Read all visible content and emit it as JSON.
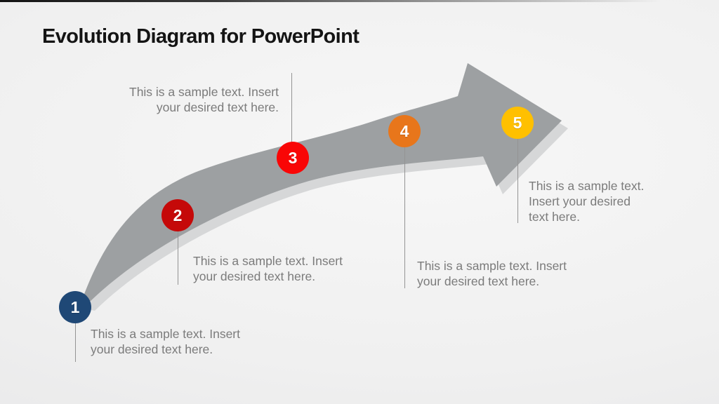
{
  "slide": {
    "title": "Evolution Diagram for PowerPoint"
  },
  "arrow": {
    "body_color": "#9da0a2",
    "shadow_color": "#d6d7d8"
  },
  "caption_text_color": "#7b7b7b",
  "milestones": [
    {
      "number": "1",
      "color": "#1F4876",
      "lines": [
        "This is a sample text. Insert",
        "your desired text here."
      ]
    },
    {
      "number": "2",
      "color": "#C50909",
      "lines": [
        "This is a sample text. Insert",
        "your desired text here."
      ]
    },
    {
      "number": "3",
      "color": "#F90606",
      "lines": [
        "This is a sample text. Insert",
        "your desired text here."
      ]
    },
    {
      "number": "4",
      "color": "#E8761B",
      "lines": [
        "This is a sample text. Insert",
        "your desired text here."
      ]
    },
    {
      "number": "5",
      "color": "#FFC000",
      "lines": [
        "This is a sample text.",
        "Insert your desired",
        "text here."
      ]
    }
  ]
}
